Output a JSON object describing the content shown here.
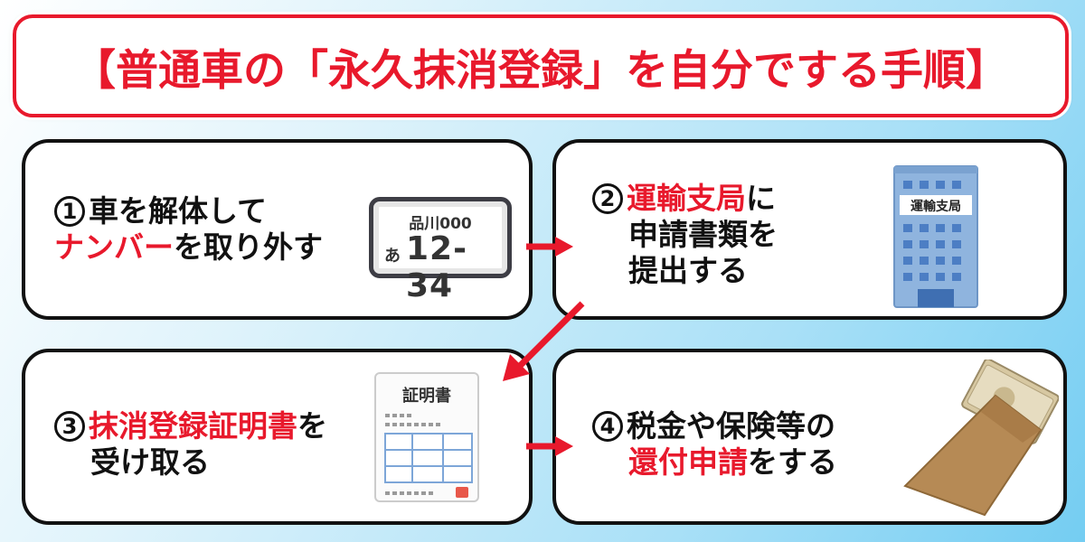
{
  "title": "【普通車の「永久抹消登録」を自分でする手順】",
  "steps": [
    {
      "number": "1",
      "line1": "車を解体して",
      "line2_red": "ナンバー",
      "line2_rest": "を取り外す",
      "plate": {
        "top": "品川000",
        "kana": "あ",
        "number": "12-34"
      }
    },
    {
      "number": "2",
      "line1_red": "運輸支局",
      "line1_rest": "に",
      "line2": "申請書類を",
      "line3": "提出する",
      "building_sign": "運輸支局"
    },
    {
      "number": "3",
      "line1_red": "抹消登録証明書",
      "line1_rest": "を",
      "line2": "受け取る",
      "certificate_title": "証明書"
    },
    {
      "number": "4",
      "line1": "税金や保険等の",
      "line2_red": "還付申請",
      "line2_rest": "をする"
    }
  ],
  "colors": {
    "accent_red": "#e8192c",
    "card_border": "#111111",
    "background_light": "#dff3fb",
    "background_dark": "#74cdf2"
  }
}
